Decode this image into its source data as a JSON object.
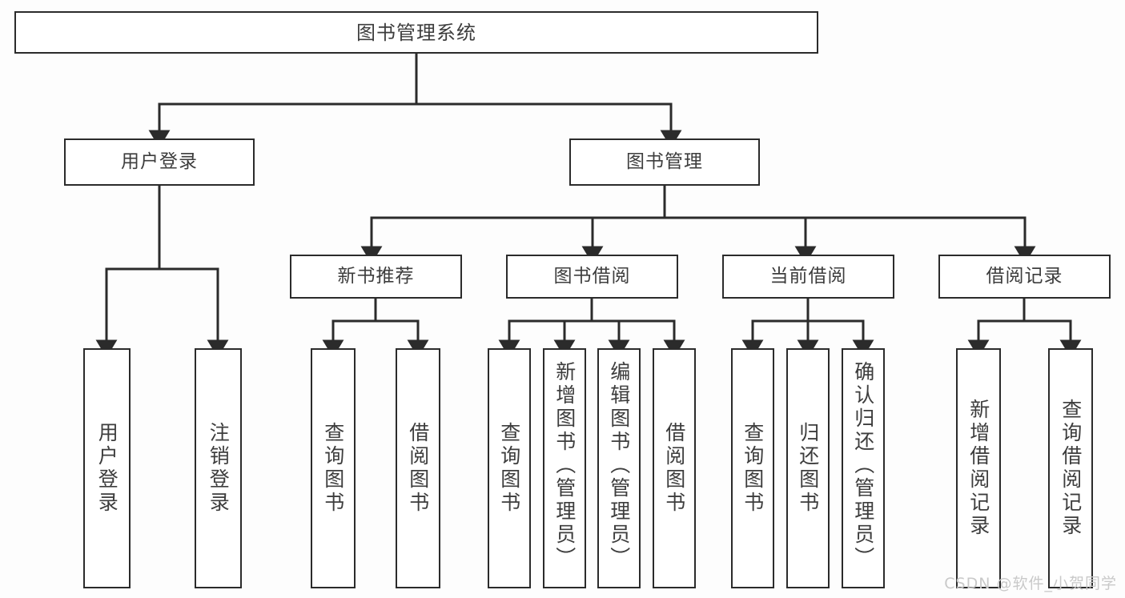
{
  "diagram": {
    "title": "图书管理系统",
    "type": "hierarchy-tree",
    "root": {
      "id": "root",
      "label": "图书管理系统",
      "orientation": "horizontal"
    },
    "level2": [
      {
        "id": "user-login",
        "label": "用户登录",
        "orientation": "horizontal"
      },
      {
        "id": "book-management",
        "label": "图书管理",
        "orientation": "horizontal"
      }
    ],
    "level3": [
      {
        "id": "new-book-recommend",
        "label": "新书推荐",
        "orientation": "horizontal",
        "parent": "book-management"
      },
      {
        "id": "book-borrow",
        "label": "图书借阅",
        "orientation": "horizontal",
        "parent": "book-management"
      },
      {
        "id": "current-borrow",
        "label": "当前借阅",
        "orientation": "horizontal",
        "parent": "book-management"
      },
      {
        "id": "borrow-record",
        "label": "借阅记录",
        "orientation": "horizontal",
        "parent": "book-management"
      }
    ],
    "leaves": [
      {
        "id": "leaf-user-login",
        "label": "用户登录",
        "parent": "user-login",
        "orientation": "vertical"
      },
      {
        "id": "leaf-user-logout",
        "label": "注销登录",
        "parent": "user-login",
        "orientation": "vertical"
      },
      {
        "id": "leaf-query-book-1",
        "label": "查询图书",
        "parent": "new-book-recommend",
        "orientation": "vertical"
      },
      {
        "id": "leaf-borrow-book-1",
        "label": "借阅图书",
        "parent": "new-book-recommend",
        "orientation": "vertical"
      },
      {
        "id": "leaf-query-book-2",
        "label": "查询图书",
        "parent": "book-borrow",
        "orientation": "vertical"
      },
      {
        "id": "leaf-add-book",
        "label": "新增图书（管理员）",
        "parent": "book-borrow",
        "orientation": "vertical"
      },
      {
        "id": "leaf-edit-book",
        "label": "编辑图书（管理员）",
        "parent": "book-borrow",
        "orientation": "vertical"
      },
      {
        "id": "leaf-borrow-book-2",
        "label": "借阅图书",
        "parent": "book-borrow",
        "orientation": "vertical"
      },
      {
        "id": "leaf-query-book-3",
        "label": "查询图书",
        "parent": "current-borrow",
        "orientation": "vertical"
      },
      {
        "id": "leaf-return-book",
        "label": "归还图书",
        "parent": "current-borrow",
        "orientation": "vertical"
      },
      {
        "id": "leaf-confirm-return",
        "label": "确认归还（管理员）",
        "parent": "current-borrow",
        "orientation": "vertical"
      },
      {
        "id": "leaf-add-record",
        "label": "新增借阅记录",
        "parent": "borrow-record",
        "orientation": "vertical"
      },
      {
        "id": "leaf-query-record",
        "label": "查询借阅记录",
        "parent": "borrow-record",
        "orientation": "vertical"
      }
    ],
    "colors": {
      "box_border": "#2b2b2b",
      "box_fill": "#ffffff",
      "text": "#3d3d3d",
      "connector": "#2b2b2b",
      "watermark": "#c9c9c9",
      "background": "#fdfdfd"
    }
  },
  "watermark": {
    "text": "CSDN @软件_小贺同学"
  }
}
